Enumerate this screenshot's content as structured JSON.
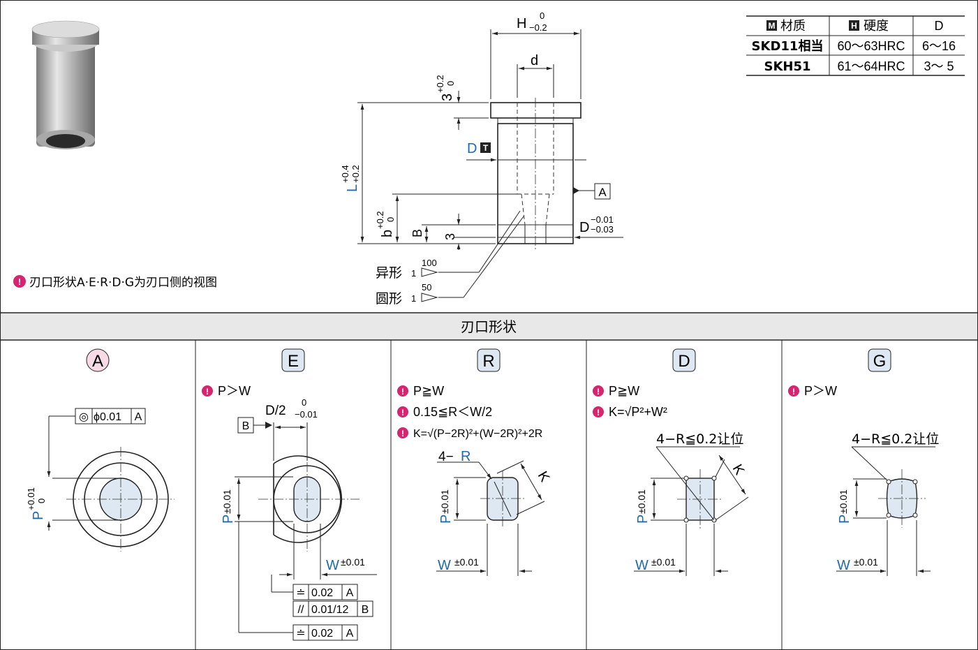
{
  "material_table": {
    "headers": [
      {
        "badge": "M",
        "label": "材质"
      },
      {
        "badge": "H",
        "label": "硬度"
      },
      {
        "badge": "",
        "label": "D"
      }
    ],
    "rows": [
      [
        "SKD11相当",
        "60～63HRC",
        "6～16"
      ],
      [
        "SKH51",
        "61～64HRC",
        "3～ 5"
      ]
    ]
  },
  "note_top": "刃口形状A·E·R·D·G为刃口侧的视图",
  "section_title": "刃口形状",
  "main_drawing": {
    "H_label": "H",
    "H_tol_upper": "0",
    "H_tol_lower": "−0.2",
    "d_label": "d",
    "head_height": "3",
    "head_tol_upper": "+0.2",
    "head_tol_lower": "0",
    "D_label": "D",
    "D_badge": "T",
    "L_label": "L",
    "L_tol_upper": "+0.4",
    "L_tol_lower": "+0.2",
    "datum_A": "A",
    "b_label": "b",
    "b_tol_upper": "+0.2",
    "b_tol_lower": "0",
    "B_label": "B",
    "three_label": "3",
    "D2_label": "D",
    "D2_tol_upper": "−0.01",
    "D2_tol_lower": "−0.03",
    "taper_odd_label": "异形",
    "taper_odd_num": "1",
    "taper_odd_den": "100",
    "taper_round_label": "圆形",
    "taper_round_num": "1",
    "taper_round_den": "50"
  },
  "shapes": [
    {
      "code": "A",
      "color": "#f6dbe6",
      "notes": []
    },
    {
      "code": "E",
      "color": "#dde8f3",
      "notes": [
        "P＞W"
      ]
    },
    {
      "code": "R",
      "color": "#dde8f3",
      "notes": [
        "P≧W",
        "0.15≦R＜W/2",
        "K=√(P−2R)²+(W−2R)²+2R"
      ]
    },
    {
      "code": "D",
      "color": "#dde8f3",
      "notes": [
        "P≧W",
        "K=√P²+W²"
      ]
    },
    {
      "code": "G",
      "color": "#dde8f3",
      "notes": [
        "P＞W"
      ]
    }
  ],
  "shape_A": {
    "frame_sym": "◎",
    "frame_val": "ϕ0.01",
    "frame_datum": "A",
    "P": "P",
    "P_tol_upper": "+0.01",
    "P_tol_lower": "0"
  },
  "shape_E": {
    "datum_B": "B",
    "D2": "D/2",
    "D2_tol_upper": "0",
    "D2_tol_lower": "−0.01",
    "P": "P",
    "P_tol": "±0.01",
    "W": "W",
    "W_tol": "±0.01",
    "frames": [
      {
        "sym": "≐",
        "val": "0.02",
        "datum": "A"
      },
      {
        "sym": "//",
        "val": "0.01/12",
        "datum": "B"
      },
      {
        "sym": "≐",
        "val": "0.02",
        "datum": "A"
      }
    ]
  },
  "shape_R": {
    "R_prefix": "4−",
    "R_label": "R",
    "K": "K",
    "P": "P",
    "P_tol": "±0.01",
    "W": "W",
    "W_tol": "±0.01"
  },
  "shape_D": {
    "corner_note": "4−R≦0.2让位",
    "K": "K",
    "P": "P",
    "P_tol": "±0.01",
    "W": "W",
    "W_tol": "±0.01"
  },
  "shape_G": {
    "corner_note": "4−R≦0.2让位",
    "P": "P",
    "P_tol": "±0.01",
    "W": "W",
    "W_tol": "±0.01"
  }
}
